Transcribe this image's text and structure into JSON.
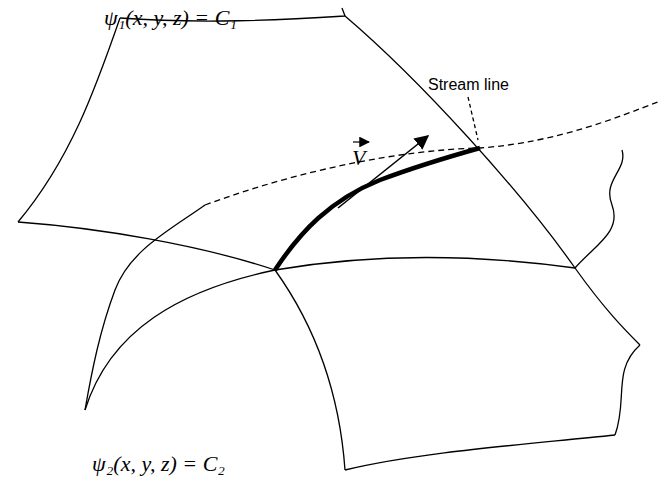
{
  "diagram": {
    "labels": [
      "ψ₁(x, y, z) = C₁",
      "Stream line",
      "V",
      "ψ₂(x, y, z) = C₂"
    ]
  }
}
